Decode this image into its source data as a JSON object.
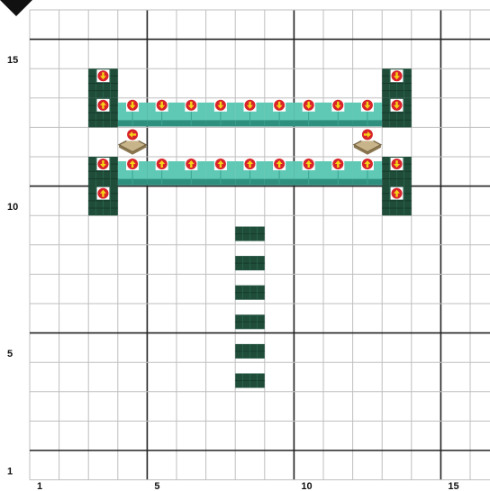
{
  "grid": {
    "cols": 16,
    "rows": 16,
    "x_labels": [
      "1",
      "5",
      "10",
      "15"
    ],
    "y_labels": [
      "15",
      "10",
      "5",
      "1"
    ],
    "colors": {
      "thin_line": "#bfbfbf",
      "thick_line": "#222222",
      "corner_marker": "#111111"
    }
  },
  "legend_colors": {
    "prismarine_brick": "#5fc9b5",
    "dark_prismarine": "#1f4d3a",
    "arrow_disc": "#d8232a",
    "arrow_glyph": "#f5d317",
    "pressure_plate": "#c8b48a"
  },
  "blocks": {
    "top_rail": {
      "type": "prismarine_brick",
      "row": 13,
      "cols": [
        4,
        12
      ]
    },
    "bottom_rail": {
      "type": "prismarine_brick",
      "row": 11,
      "cols": [
        4,
        12
      ]
    },
    "left_top_pillar": {
      "type": "dark_prismarine",
      "col": 3,
      "rows": [
        13,
        14
      ]
    },
    "right_top_pillar": {
      "type": "dark_prismarine",
      "col": 13,
      "rows": [
        13,
        14
      ]
    },
    "left_bottom_pillar": {
      "type": "dark_prismarine",
      "col": 3,
      "rows": [
        10,
        11
      ]
    },
    "right_bottom_pillar": {
      "type": "dark_prismarine",
      "col": 13,
      "rows": [
        10,
        11
      ]
    },
    "center_column": {
      "type": "dark_prismarine_slab",
      "col": 8,
      "rows": [
        4,
        5,
        6,
        7,
        8,
        9
      ]
    },
    "pressure_plates": [
      {
        "col": 4,
        "row": 12
      },
      {
        "col": 12,
        "row": 12
      }
    ]
  },
  "arrows": [
    {
      "col": 3,
      "row": 14,
      "dir": "down"
    },
    {
      "col": 13,
      "row": 14,
      "dir": "down"
    },
    {
      "col": 3,
      "row": 13,
      "dir": "up"
    },
    {
      "col": 13,
      "row": 13,
      "dir": "down"
    },
    {
      "col": 4,
      "row": 13,
      "dir": "down"
    },
    {
      "col": 5,
      "row": 13,
      "dir": "down"
    },
    {
      "col": 6,
      "row": 13,
      "dir": "down"
    },
    {
      "col": 7,
      "row": 13,
      "dir": "down"
    },
    {
      "col": 8,
      "row": 13,
      "dir": "down"
    },
    {
      "col": 9,
      "row": 13,
      "dir": "down"
    },
    {
      "col": 10,
      "row": 13,
      "dir": "down"
    },
    {
      "col": 11,
      "row": 13,
      "dir": "down"
    },
    {
      "col": 12,
      "row": 13,
      "dir": "down"
    },
    {
      "col": 4,
      "row": 12,
      "dir": "left"
    },
    {
      "col": 12,
      "row": 12,
      "dir": "right"
    },
    {
      "col": 3,
      "row": 11,
      "dir": "down"
    },
    {
      "col": 13,
      "row": 11,
      "dir": "down"
    },
    {
      "col": 4,
      "row": 11,
      "dir": "up"
    },
    {
      "col": 5,
      "row": 11,
      "dir": "up"
    },
    {
      "col": 6,
      "row": 11,
      "dir": "up"
    },
    {
      "col": 7,
      "row": 11,
      "dir": "up"
    },
    {
      "col": 8,
      "row": 11,
      "dir": "up"
    },
    {
      "col": 9,
      "row": 11,
      "dir": "up"
    },
    {
      "col": 10,
      "row": 11,
      "dir": "up"
    },
    {
      "col": 11,
      "row": 11,
      "dir": "up"
    },
    {
      "col": 12,
      "row": 11,
      "dir": "up"
    },
    {
      "col": 3,
      "row": 10,
      "dir": "up"
    },
    {
      "col": 13,
      "row": 10,
      "dir": "up"
    }
  ]
}
